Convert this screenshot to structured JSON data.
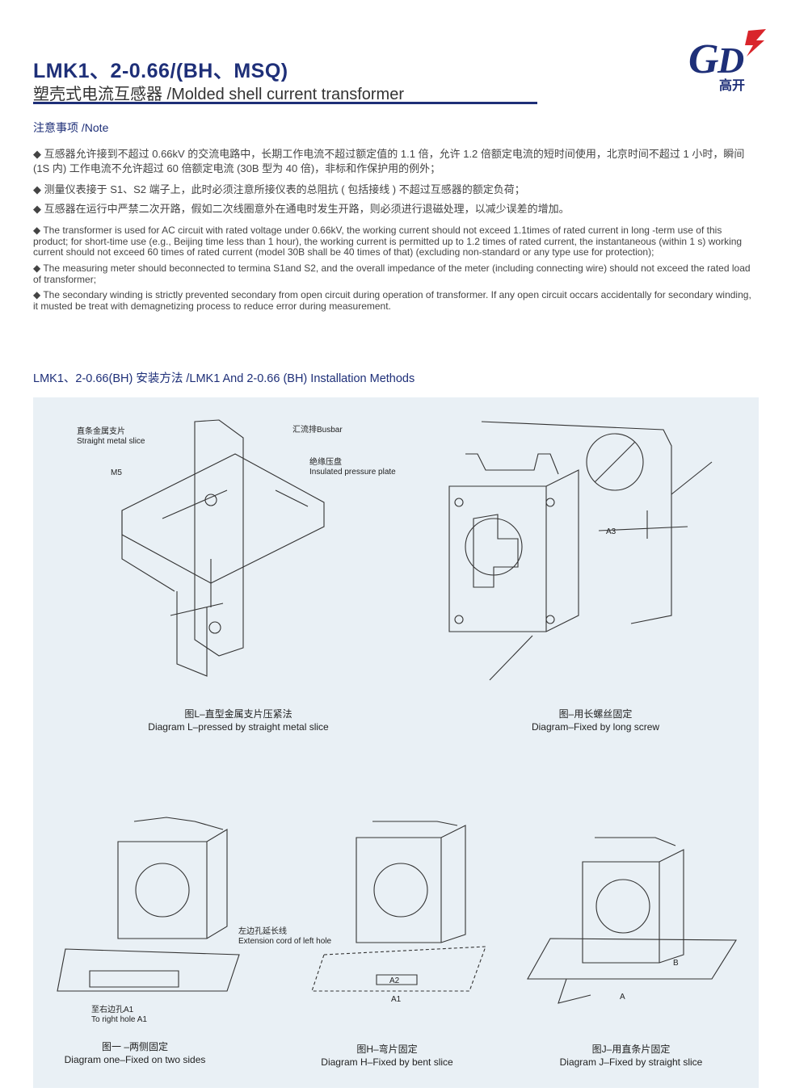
{
  "header": {
    "title": "LMK1、2-0.66/(BH、MSQ)",
    "subtitle": "塑壳式电流互感器 /Molded shell current transformer",
    "logo_text": "GD 高开"
  },
  "colors": {
    "brand": "#1e2f78",
    "logo_red": "#d9252b",
    "panel": "#e9f0f5"
  },
  "note": {
    "heading": "注意事项 /Note",
    "cn": [
      "◆ 互感器允许接到不超过 0.66kV 的交流电路中，长期工作电流不超过额定值的 1.1 倍，允许 1.2 倍额定电流的短时间使用，北京时间不超过 1 小时，瞬间 (1S 内) 工作电流不允许超过 60 倍额定电流 (30B 型为 40 倍)，非标和作保护用的例外；",
      "◆ 测量仪表接于 S1、S2 端子上，此时必须注意所接仪表的总阻抗 ( 包括接线 ) 不超过互感器的额定负荷；",
      "◆ 互感器在运行中严禁二次开路，假如二次线圈意外在通电时发生开路，则必须进行退磁处理，以减少误差的增加。"
    ],
    "en": [
      "◆ The transformer is used for AC circuit with rated voltage under 0.66kV, the working current should not exceed 1.1times of rated current in long -term use of this product; for short-time use (e.g., Beijing time less than 1 hour), the working current is permitted up to 1.2 times of rated current, the instantaneous (within 1 s) working current should not exceed 60 times of rated current (model 30B shall be 40 times of that) (excluding non-standard or any type use for protection);",
      "◆ The measuring meter should beconnected to termina S1and S2, and the overall impedance of the meter (including connecting wire) should not exceed the rated load of transformer;",
      "◆ The secondary winding is strictly prevented secondary from open circuit during operation of transformer. If any open circuit occars accidentally for secondary winding, it musted be treat with demagnetizing process to reduce error during measurement."
    ]
  },
  "install": {
    "heading": "LMK1、2-0.66(BH) 安装方法 /LMK1 And 2-0.66 (BH) Installation Methods",
    "labels": {
      "slice_cn": "直条金属支片",
      "slice_en": "Straight metal slice",
      "m5": "M5",
      "busbar": "汇流排Busbar",
      "plate_cn": "绝缘压盘",
      "plate_en": "Insulated pressure plate",
      "a3": "A3",
      "ext_cn": "左边孔延长线",
      "ext_en": "Extension cord of left hole",
      "right_cn": "至右边孔A1",
      "right_en": "To right hole A1",
      "a2": "A2",
      "a1": "A1",
      "a": "A",
      "b": "B"
    },
    "captions": [
      {
        "cn": "图L–直型金属支片压紧法",
        "en": "Diagram L–pressed by straight metal slice"
      },
      {
        "cn": "图–用长螺丝固定",
        "en": "Diagram–Fixed by long screw"
      },
      {
        "cn": "图一 –两侧固定",
        "en": "Diagram one–Fixed on two sides"
      },
      {
        "cn": "图H–弯片固定",
        "en": "Diagram H–Fixed by bent slice"
      },
      {
        "cn": "图J–用直条片固定",
        "en": "Diagram  J–Fixed by straight slice"
      }
    ]
  }
}
